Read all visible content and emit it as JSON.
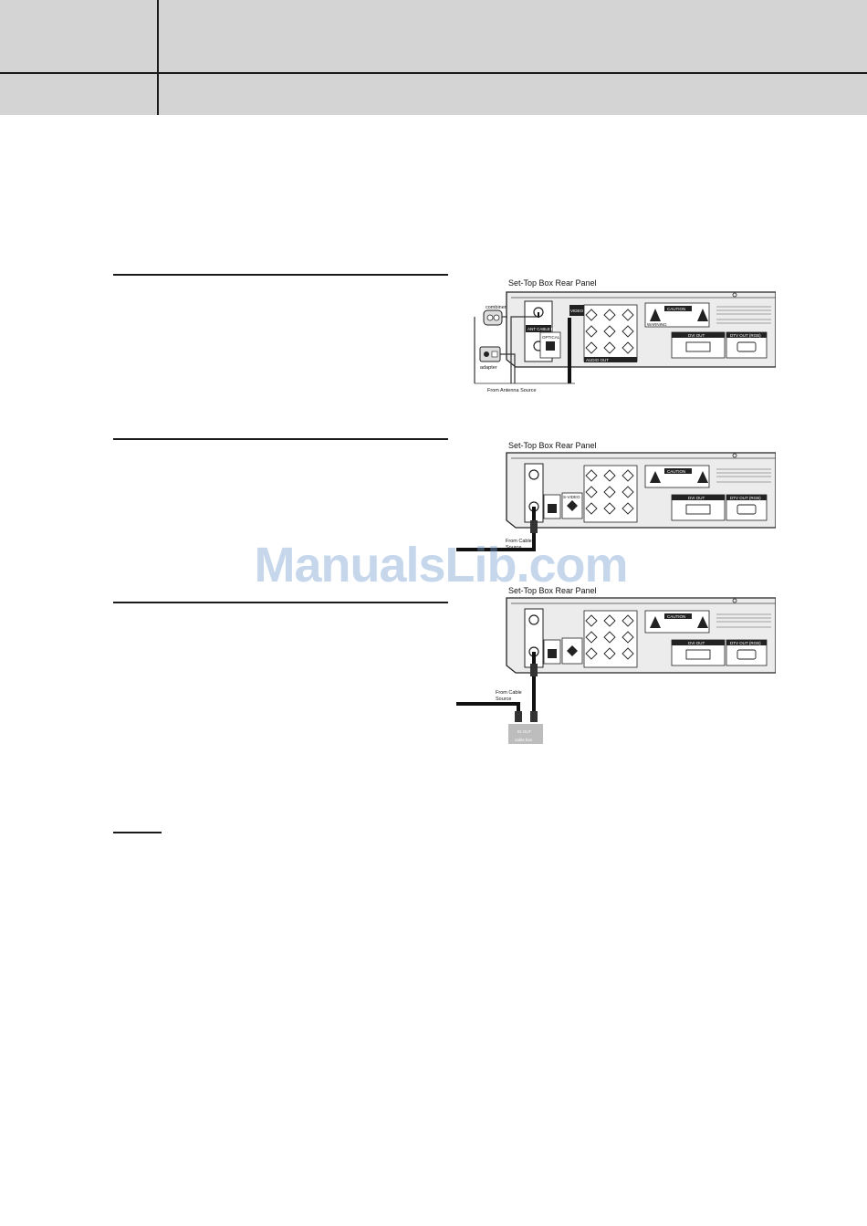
{
  "diagrams": [
    {
      "title": "Set-Top Box Rear Panel",
      "labels": {
        "combiner": "combiner",
        "adapter": "adapter",
        "from_source": "From Antenna Source"
      }
    },
    {
      "title": "Set-Top Box Rear Panel",
      "labels": {
        "from_source_line1": "From Cable",
        "from_source_line2": "Source"
      }
    },
    {
      "title": "Set-Top Box Rear Panel",
      "labels": {
        "from_source_line1": "From Cable",
        "from_source_line2": "Source",
        "cable_box_ports": "IN  OUT",
        "cable_box": "cable box"
      }
    }
  ],
  "panel_labels": {
    "caution": "CAUTION",
    "warning": "WARNING",
    "dvi_out": "DVI OUT",
    "dtv_out": "DTV OUT (RGB)",
    "optical": "OPTICAL",
    "s_video": "S-VIDEO",
    "video_out": "VIDEO OUT",
    "audio_out": "AUDIO OUT",
    "ant_cable_in": "ANT CABLE IN"
  },
  "watermark": "ManualsLib.com",
  "colors": {
    "header_bg": "#d4d4d4",
    "rule": "#1a1a1a",
    "panel_fill": "#ececec",
    "watermark": "#78a0d2"
  }
}
